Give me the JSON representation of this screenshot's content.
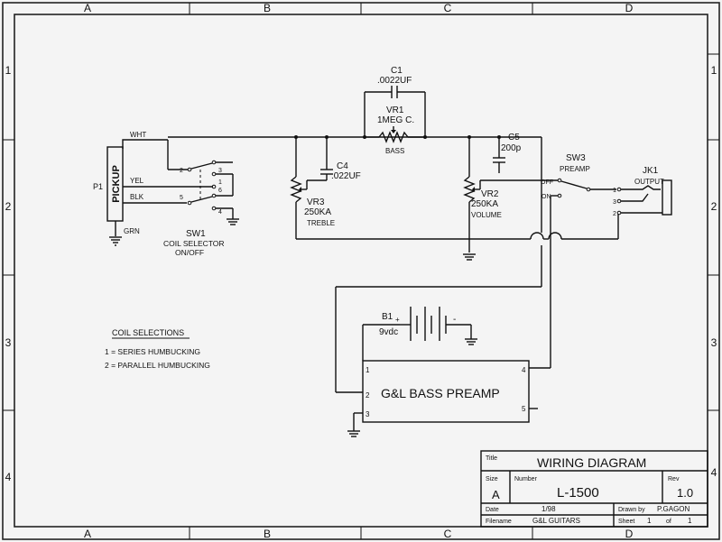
{
  "border": {
    "columns": [
      "A",
      "B",
      "C",
      "D"
    ],
    "rows": [
      "1",
      "2",
      "3",
      "4"
    ]
  },
  "pickup": {
    "ref": "P1",
    "label": "PICKUP",
    "wires": [
      "WHT",
      "YEL",
      "BLK",
      "GRN"
    ]
  },
  "sw1": {
    "ref": "SW1",
    "line1": "COIL SELECTOR",
    "line2": "ON/OFF",
    "pins": [
      "2",
      "3",
      "5",
      "6",
      "1",
      "4"
    ]
  },
  "c1": {
    "ref": "C1",
    "value": ".0022UF"
  },
  "vr1": {
    "ref": "VR1",
    "value": "1MEG C.",
    "function": "BASS"
  },
  "c4": {
    "ref": "C4",
    "value": ".022UF"
  },
  "vr3": {
    "ref": "VR3",
    "value": "250KA",
    "function": "TREBLE"
  },
  "c5": {
    "ref": "C5",
    "value": "200p"
  },
  "vr2": {
    "ref": "VR2",
    "value": "250KA",
    "function": "VOLUME"
  },
  "sw3": {
    "ref": "SW3",
    "function": "PREAMP",
    "off": "OFF",
    "on": "ON",
    "pins": [
      "1",
      "3",
      "2"
    ]
  },
  "jk1": {
    "ref": "JK1",
    "function": "OUTPUT"
  },
  "b1": {
    "ref": "B1",
    "value": "9vdc",
    "plus": "+",
    "minus": "-"
  },
  "preamp": {
    "label": "G&L BASS PREAMP",
    "pins": [
      "1",
      "2",
      "3",
      "4",
      "5"
    ]
  },
  "coil_selections": {
    "heading": "COIL SELECTIONS",
    "items": [
      "1 = SERIES HUMBUCKING",
      "2 = PARALLEL HUMBUCKING"
    ]
  },
  "title_block": {
    "title_label": "Title",
    "title": "WIRING DIAGRAM",
    "size_label": "Size",
    "size": "A",
    "number_label": "Number",
    "number": "L-1500",
    "rev_label": "Rev",
    "rev": "1.0",
    "date_label": "Date",
    "date": "1/98",
    "drawn_label": "Drawn by",
    "drawn": "P.GAGON",
    "filename_label": "Filename",
    "filename": "G&L GUITARS",
    "sheet_label": "Sheet",
    "sheet": "1",
    "of_label": "of",
    "of": "1"
  }
}
